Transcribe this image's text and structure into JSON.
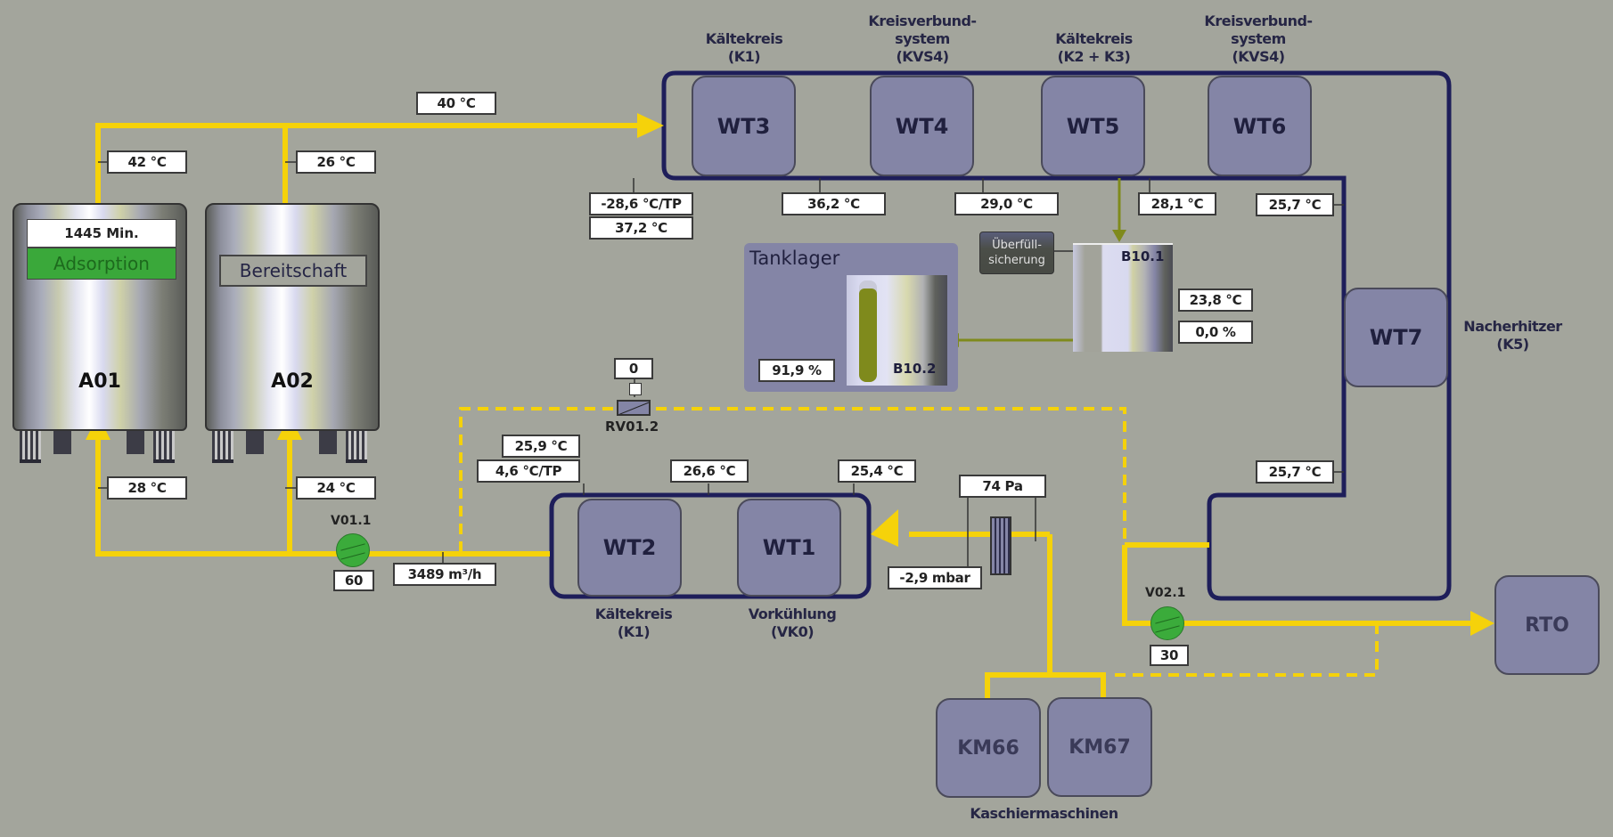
{
  "colors": {
    "background": "#a3a59c",
    "pipe": "#f5d20a",
    "loop": "#1e1e5a",
    "wt_fill": "#8485a6",
    "status_green": "#3aa83a",
    "level_fill": "#7f8a1c"
  },
  "adsorbers": [
    {
      "id": "A01",
      "timer": "1445 Min.",
      "status": "Adsorption",
      "inlet_temp": "28 °C",
      "outlet_temp": "42 °C"
    },
    {
      "id": "A02",
      "status": "Bereitschaft",
      "inlet_temp": "24 °C",
      "outlet_temp": "26 °C"
    }
  ],
  "main_outlet_temp": "40 °C",
  "top_loop": {
    "units": [
      {
        "id": "WT3",
        "caption_l1": "Kältekreis",
        "caption_l2": "(K1)"
      },
      {
        "id": "WT4",
        "caption_l0": "Kreisverbund-",
        "caption_l1": "system",
        "caption_l2": "(KVS4)"
      },
      {
        "id": "WT5",
        "caption_l1": "Kältekreis",
        "caption_l2": "(K2 + K3)"
      },
      {
        "id": "WT6",
        "caption_l0": "Kreisverbund-",
        "caption_l1": "system",
        "caption_l2": "(KVS4)"
      }
    ],
    "readings": {
      "wt3_dewpoint": "-28,6 °C/TP",
      "wt3_temp": "37,2 °C",
      "wt4_out": "36,2 °C",
      "wt5_out": "29,0 °C",
      "wt6_out": "28,1 °C",
      "wt7_in": "25,7 °C",
      "wt7_out": "25,7 °C"
    }
  },
  "wt7": {
    "id": "WT7",
    "caption_l1": "Nacherhitzer",
    "caption_l2": "(K5)"
  },
  "tanklager": {
    "title": "Tanklager",
    "tank_id": "B10.2",
    "level": "91,9 %",
    "level_fraction": 0.919
  },
  "b101": {
    "id": "B10.1",
    "temp": "23,8 °C",
    "level": "0,0 %",
    "overfill_l1": "Überfüll-",
    "overfill_l2": "sicherung"
  },
  "rv012": {
    "id": "RV01.2",
    "value": "0"
  },
  "v011": {
    "id": "V01.1",
    "value": "60",
    "flow": "3489 m³/h"
  },
  "v021": {
    "id": "V02.1",
    "value": "30"
  },
  "bottom_loop": {
    "units": [
      {
        "id": "WT2",
        "caption_l1": "Kältekreis",
        "caption_l2": "(K1)"
      },
      {
        "id": "WT1",
        "caption_l1": "Vorkühlung",
        "caption_l2": "(VK0)"
      }
    ],
    "readings": {
      "wt2_out": "25,9 °C",
      "wt2_dewpoint": "4,6 °C/TP",
      "wt1_out": "26,6 °C",
      "wt1_in": "25,4 °C"
    }
  },
  "filter": {
    "dp_pa": "74 Pa",
    "pressure": "-2,9 mbar"
  },
  "machines": {
    "items": [
      "KM66",
      "KM67"
    ],
    "caption": "Kaschiermaschinen"
  },
  "rto": {
    "label": "RTO"
  }
}
